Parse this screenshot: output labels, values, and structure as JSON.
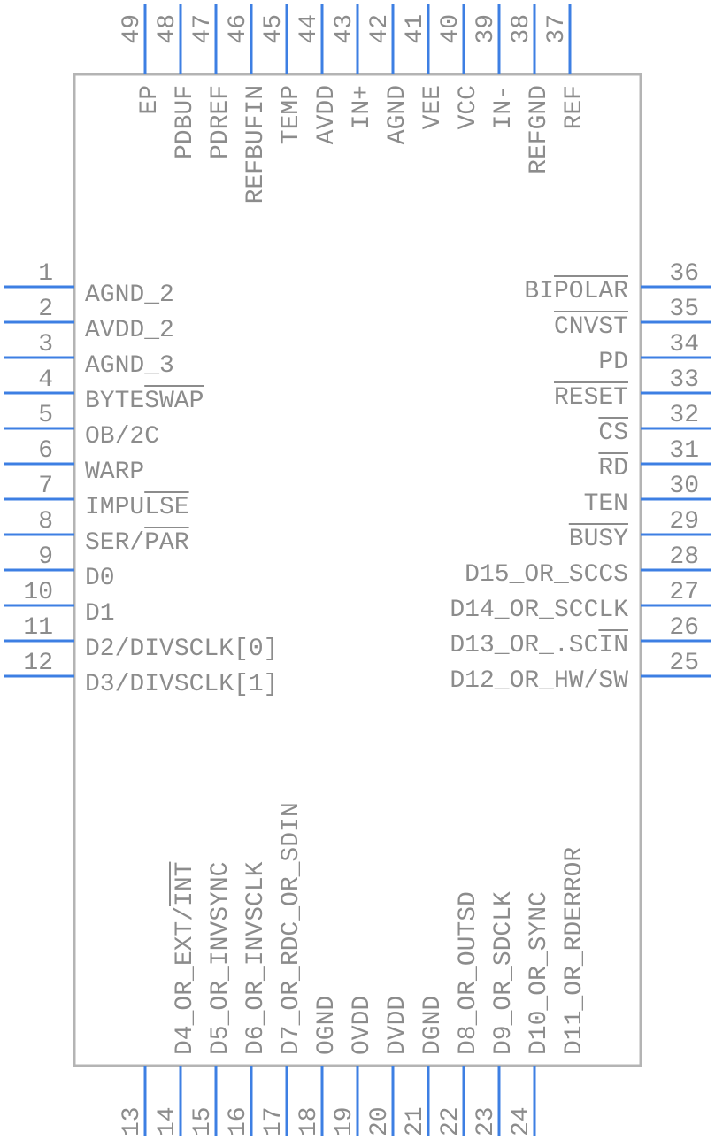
{
  "component": {
    "colors": {
      "body_outline": "#b4b4b4",
      "pin_line": "#3d7fe3",
      "text": "#8c8c8c"
    },
    "left_pins": [
      {
        "num": "1",
        "name": "AGND_2"
      },
      {
        "num": "2",
        "name": "AVDD_2"
      },
      {
        "num": "3",
        "name": "AGND_3"
      },
      {
        "num": "4",
        "name": "BYTESWAP",
        "bar": "SWAP"
      },
      {
        "num": "5",
        "name": "OB/2C"
      },
      {
        "num": "6",
        "name": "WARP"
      },
      {
        "num": "7",
        "name": "IMPULSE",
        "bar": "LSE"
      },
      {
        "num": "8",
        "name": "SER/PAR",
        "bar": "PAR"
      },
      {
        "num": "9",
        "name": "D0"
      },
      {
        "num": "10",
        "name": "D1"
      },
      {
        "num": "11",
        "name": "D2/DIVSCLK[0]"
      },
      {
        "num": "12",
        "name": "D3/DIVSCLK[1]"
      }
    ],
    "right_pins": [
      {
        "num": "36",
        "name": "BIPOLAR",
        "bar": "POLAR"
      },
      {
        "num": "35",
        "name": "CNVST",
        "bar": "CNVST"
      },
      {
        "num": "34",
        "name": "PD"
      },
      {
        "num": "33",
        "name": "RESET",
        "bar": "RESET"
      },
      {
        "num": "32",
        "name": "CS",
        "bar": "CS"
      },
      {
        "num": "31",
        "name": "RD",
        "bar": "RD"
      },
      {
        "num": "30",
        "name": "TEN"
      },
      {
        "num": "29",
        "name": "BUSY",
        "bar": "BUSY"
      },
      {
        "num": "28",
        "name": "D15_OR_SCCS"
      },
      {
        "num": "27",
        "name": "D14_OR_SCCLK"
      },
      {
        "num": "26",
        "name": "D13_OR_.SCIN",
        "bar": "IN"
      },
      {
        "num": "25",
        "name": "D12_OR_HW/SW"
      }
    ],
    "top_pins": [
      {
        "num": "49",
        "name": "EP"
      },
      {
        "num": "48",
        "name": "PDBUF"
      },
      {
        "num": "47",
        "name": "PDREF"
      },
      {
        "num": "46",
        "name": "REFBUFIN"
      },
      {
        "num": "45",
        "name": "TEMP"
      },
      {
        "num": "44",
        "name": "AVDD"
      },
      {
        "num": "43",
        "name": "IN+"
      },
      {
        "num": "42",
        "name": "AGND"
      },
      {
        "num": "41",
        "name": "VEE"
      },
      {
        "num": "40",
        "name": "VCC"
      },
      {
        "num": "39",
        "name": "IN-"
      },
      {
        "num": "38",
        "name": "REFGND"
      },
      {
        "num": "37",
        "name": "REF"
      }
    ],
    "bottom_pins": [
      {
        "num": "13",
        "name": ""
      },
      {
        "num": "14",
        "name": "D4_OR_EXT/INT",
        "bar": "INT"
      },
      {
        "num": "15",
        "name": "D5_OR_INVSYNC"
      },
      {
        "num": "16",
        "name": "D6_OR_INVSCLK"
      },
      {
        "num": "17",
        "name": "D7_OR_RDC_OR_SDIN"
      },
      {
        "num": "18",
        "name": "OGND"
      },
      {
        "num": "19",
        "name": "OVDD"
      },
      {
        "num": "20",
        "name": "DVDD"
      },
      {
        "num": "21",
        "name": "DGND"
      },
      {
        "num": "22",
        "name": "D8_OR_OUTSD"
      },
      {
        "num": "23",
        "name": "D9_OR_SDCLK"
      },
      {
        "num": "24",
        "name": "D10_OR_SYNC"
      },
      {
        "num": "",
        "name": "D11_OR_RDERROR"
      }
    ]
  }
}
